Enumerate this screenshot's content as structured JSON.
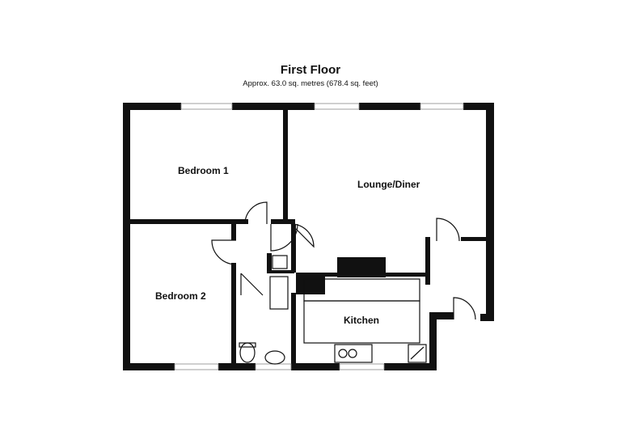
{
  "header": {
    "title": "First Floor",
    "subtitle": "Approx. 63.0 sq. metres (678.4 sq. feet)"
  },
  "rooms": {
    "bedroom1": "Bedroom 1",
    "lounge": "Lounge/Diner",
    "bedroom2": "Bedroom 2",
    "kitchen": "Kitchen"
  },
  "colors": {
    "wall": "#111111",
    "background": "#ffffff",
    "window": "#888888"
  }
}
